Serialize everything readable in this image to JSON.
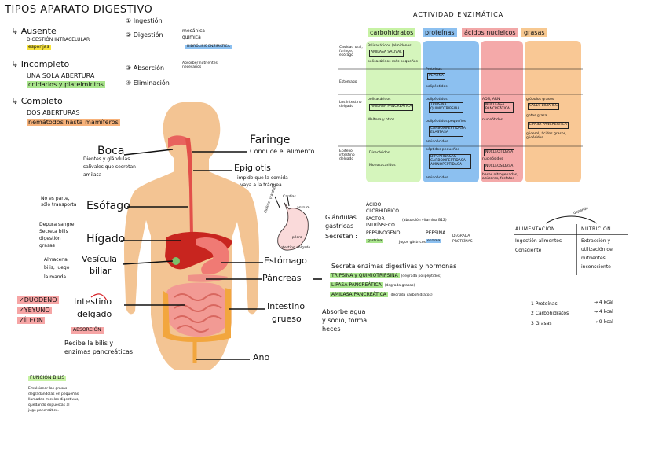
{
  "title": "TIPOS APARATO DIGESTIVO",
  "types": [
    {
      "arrow": "↳",
      "name": "Ausente",
      "desc": "DIGESTIÓN INTRACELULAR",
      "example": "esponjas",
      "color": "#f7e33a"
    },
    {
      "arrow": "↳",
      "name": "Incompleto",
      "desc": "UNA SOLA ABERTURA",
      "example": "cnidarios y platelmintos",
      "color": "#a9e58c"
    },
    {
      "arrow": "↳",
      "name": "Completo",
      "desc": "DOS ABERTURAS",
      "example": "nemátodos hasta mamíferos",
      "color": "#f7b27a"
    }
  ],
  "stages": {
    "s1": "① Ingestión",
    "s2": "② Digestión",
    "s2_mech": "mecánica",
    "s2_chem": "química",
    "s2_enz": "HIDRÓLISIS ENZIMÁTICA",
    "s3": "③ Absorción",
    "s3_note": "Absorber nutrientes necesarios",
    "s4": "④ Eliminación"
  },
  "labels": {
    "boca": "Boca",
    "boca_desc": [
      "Dientes y glándulas",
      "salivales que secretan",
      "amilasa"
    ],
    "faringe": "Faringe",
    "faringe_desc": "Conduce el alimento",
    "epiglotis": "Epiglotis",
    "epiglotis_desc": [
      "impide que la comida",
      "vaya a la tráquea"
    ],
    "esofago": "Esófago",
    "esofago_note": [
      "No es parte,",
      "sólo transporta"
    ],
    "higado": "Hígado",
    "higado_note": [
      "Depura sangre",
      "Secreta bilis",
      "digestión",
      "grasas"
    ],
    "vesicula": [
      "Vesícula",
      "biliar"
    ],
    "vesicula_note": [
      "Almacena",
      "bilis, luego",
      "la manda"
    ],
    "estomago": "Estómago",
    "pancreas": "Páncreas",
    "intestino_delgado": [
      "Intestino",
      "delgado"
    ],
    "absorcion": "ABSORCIÓN",
    "id_desc": [
      "Recibe la bilis y",
      "enzimas pancreáticas"
    ],
    "checks": [
      "✓DUODENO",
      "✓YEYUNO",
      "✓ÍLEON"
    ],
    "intestino_grueso": [
      "Intestino",
      "grueso"
    ],
    "ig_desc": [
      "Absorbe agua",
      "y sodio, forma",
      "heces"
    ],
    "ano": "Ano",
    "bilis_title": "FUNCIÓN BILIS",
    "bilis_desc": [
      "Emulsionar las grasas",
      "degradándolas en pequeñas",
      "llamadas micelas digestivas,",
      "quedando expuestas al",
      "jugo pancreático."
    ]
  },
  "stomach": {
    "esfinter": "Esfínter (cardias)",
    "cardias": "Cardias",
    "antrum": "antrum",
    "piloro": "píloro",
    "intestino": "Intestino delgado",
    "glandulas": [
      "Glándulas",
      "gástricas",
      "Secretan :"
    ],
    "secretions": [
      "ÁCIDO",
      "CLORHÍDRICO",
      "FACTOR",
      "INTRÍNSECO",
      "PEPSINÓGENO"
    ],
    "vitb12": "(absorción vitamina B12)",
    "gastrina": "gastrina",
    "jugos": "Jugos gástricos",
    "pepsina": "PEPSINA",
    "enzima": "enzima",
    "degrada": [
      "DEGRADA",
      "PROTEÍNAS"
    ]
  },
  "pancreas_enz": {
    "intro": "Secreta enzimas digestivas y hormonas",
    "items": [
      {
        "name": "TRIPSINA y QUIMIOTRIPSINA",
        "note": "(degrada polipéptidos)"
      },
      {
        "name": "LIPASA PANCREÁTICA",
        "note": "(degrada grasas)"
      },
      {
        "name": "AMILASA PANCREÁTICA",
        "note": "(degrada carbohidratos)"
      }
    ]
  },
  "enzyme_table": {
    "title": "ACTIVIDAD ENZIMÁTICA",
    "headers": [
      "carbohidratos",
      "proteínas",
      "ácidos nucleicos",
      "grasas"
    ],
    "header_colors": [
      "#c7f2a4",
      "#8cc0f0",
      "#f2a7a7",
      "#f7c890"
    ],
    "rows": [
      "Cavidad oral, faringe, esófago",
      "Estómago",
      "Los intestino delgado",
      "Epitelio intestino delgado"
    ],
    "carb": [
      [
        "Polisacáridos (almidones)",
        "AMILASA SALIVAL",
        "polisacáridos más pequeños"
      ],
      [],
      [
        "polisacáridos",
        "AMILASA PANCREÁTICA",
        "Maltosa y otros"
      ],
      [
        "Disacáridos",
        "Monosacáridos"
      ]
    ],
    "prot": [
      [],
      [
        "Proteínas",
        "PEPSINA",
        "polipéptidos"
      ],
      [
        "polipéptidos",
        "TRIPSINA QUIMIOTRIPSINA",
        "polipéptidos pequeños",
        "CARBOXIPEPTIDASA ELASTASA",
        "aminoácidos"
      ],
      [
        "péptidos pequeños",
        "DIPEPTIDASAS CARBOXIPEPTIDASA AMINOPEPTIDASA",
        "aminoácidos"
      ]
    ],
    "nuc": [
      [],
      [],
      [
        "ADN, ARN",
        "NUCLEASA PANCREÁTICA",
        "nucleótidos"
      ],
      [
        "NUCLEOTIDASA",
        "nucleósidos",
        "NUCLEOSIDASA",
        "bases nitrogenadas, azúcares, fosfatos"
      ]
    ],
    "fat": [
      [],
      [],
      [
        "glóbulos grasos",
        "SALES BILIARES",
        "gotas grasa",
        "LIPASA PANCREÁTICA",
        "glicerol, ácidos grasos, glicéridos"
      ],
      []
    ]
  },
  "nutrition": {
    "depende": "depende",
    "col1": "ALIMENTACIÓN",
    "col2": "NUTRICIÓN",
    "c1": [
      "Ingestión alimentos",
      "Consciente"
    ],
    "c2": [
      "Extracción y",
      "utilización de",
      "nutrientes",
      "inconsciente"
    ],
    "kcal": [
      {
        "n": "1",
        "name": "Proteínas",
        "val": "→ 4 kcal"
      },
      {
        "n": "2",
        "name": "Carbohidratos",
        "val": "→ 4 kcal"
      },
      {
        "n": "3",
        "name": "Grasas",
        "val": "→ 9 kcal"
      }
    ]
  }
}
